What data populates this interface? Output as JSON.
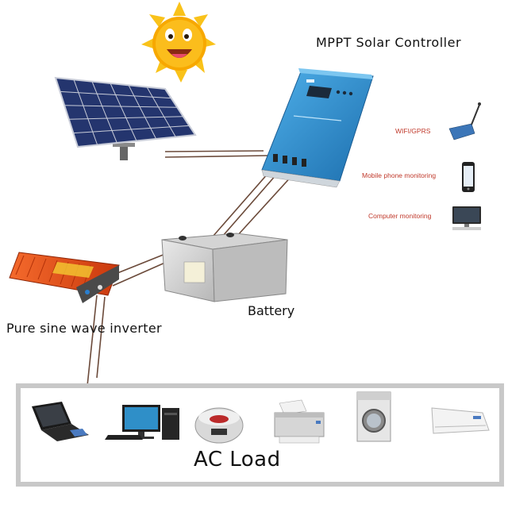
{
  "labels": {
    "controller": "MPPT Solar Controller",
    "battery": "Battery",
    "inverter": "Pure sine wave inverter",
    "load": "AC Load"
  },
  "monitoring": [
    {
      "label": "WIFI/GPRS",
      "icon": "wifi-router-icon"
    },
    {
      "label": "Mobile phone monitoring",
      "icon": "mobile-phone-icon"
    },
    {
      "label": "Computer monitoring",
      "icon": "computer-monitor-icon"
    }
  ],
  "load_devices": [
    {
      "icon": "laptop-icon"
    },
    {
      "icon": "desktop-computer-icon"
    },
    {
      "icon": "rice-cooker-icon"
    },
    {
      "icon": "printer-icon"
    },
    {
      "icon": "washing-machine-icon"
    },
    {
      "icon": "air-conditioner-icon"
    }
  ],
  "colors": {
    "controller": "#2f8fd0",
    "inverter": "#e8501c",
    "sun": "#f7b500",
    "wire": "#6b4a3a",
    "frame": "#c8c8c8",
    "monitor_label": "#c0392b"
  }
}
